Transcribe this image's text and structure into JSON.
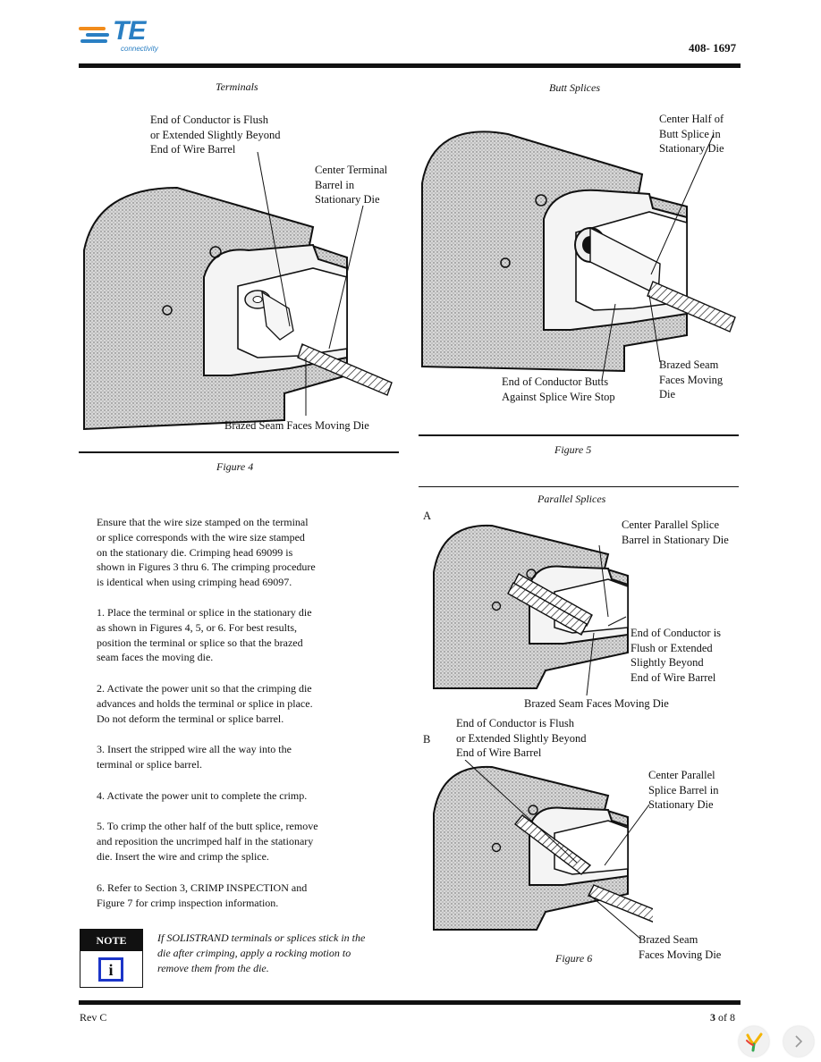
{
  "header": {
    "brand": "TE",
    "brand_sub": "connectivity",
    "doc_number": "408- 1697"
  },
  "fig4": {
    "section_title": "Terminals",
    "callout_flush": [
      "End of Conductor is Flush",
      "or Extended Slightly Beyond",
      "End of Wire Barrel"
    ],
    "callout_center": [
      "Center Terminal",
      "Barrel in",
      "Stationary Die"
    ],
    "callout_seam": "Brazed Seam Faces Moving Die",
    "caption": "Figure 4"
  },
  "fig5": {
    "section_title": "Butt Splices",
    "callout_center": [
      "Center Half of",
      "Butt Splice in",
      "Stationary Die"
    ],
    "callout_butts": [
      "End of Conductor Butts",
      "Against Splice Wire Stop"
    ],
    "callout_seam": [
      "Brazed Seam",
      "Faces Moving",
      "Die"
    ],
    "caption": "Figure 5"
  },
  "fig6": {
    "section_title": "Parallel Splices",
    "label_a": "A",
    "label_b": "B",
    "a_callout_center": [
      "Center Parallel Splice",
      "Barrel in Stationary Die"
    ],
    "a_callout_flush": [
      "End of Conductor is",
      "Flush or Extended",
      "Slightly Beyond",
      "End of Wire Barrel"
    ],
    "a_callout_seam": "Brazed Seam Faces Moving Die",
    "b_callout_flush": [
      "End of Conductor is Flush",
      "or Extended Slightly Beyond",
      "End of Wire Barrel"
    ],
    "b_callout_center": [
      "Center Parallel",
      "Splice Barrel in",
      "Stationary Die"
    ],
    "b_callout_seam": [
      "Brazed Seam",
      "Faces Moving Die"
    ],
    "caption": "Figure 6"
  },
  "instructions": {
    "intro": [
      "Ensure that the wire size stamped on the terminal",
      "or splice corresponds with the wire size stamped",
      "on the stationary die. Crimping head 69099 is",
      "shown in Figures 3 thru 6. The crimping procedure",
      "is identical when using crimping head 69097."
    ],
    "step1": [
      "1. Place the terminal or splice in the stationary die",
      "as shown in Figures 4, 5, or 6. For best results,",
      "position the terminal or splice so that the brazed",
      "seam faces the moving die."
    ],
    "step2": [
      "2. Activate the power unit so that the crimping die",
      "advances and holds the terminal or splice in place.",
      "Do not deform the terminal or splice barrel."
    ],
    "step3": [
      "3. Insert the stripped wire all the way into the",
      "terminal or splice barrel."
    ],
    "step4": [
      "4. Activate the power unit to complete the crimp."
    ],
    "step5": [
      "5. To crimp the other half of the butt splice, remove",
      "and reposition the uncrimped half in the stationary",
      "die. Insert the wire and crimp the splice."
    ],
    "step6": [
      "6. Refer to Section 3, CRIMP INSPECTION and",
      "Figure 7 for crimp inspection information."
    ]
  },
  "note": {
    "label": "NOTE",
    "icon_letter": "i",
    "text": [
      "If SOLISTRAND terminals or splices stick in the",
      "die after crimping, apply a rocking motion to",
      "remove them from the die."
    ]
  },
  "footer": {
    "rev": "Rev C",
    "page_current": "3",
    "page_of": "of 8"
  },
  "colors": {
    "te_orange": "#f28c1b",
    "te_blue": "#2a7fc3",
    "note_blue": "#1c35c8"
  },
  "viewer_icons": [
    "viewer-logo-icon",
    "chevron-right-icon"
  ]
}
